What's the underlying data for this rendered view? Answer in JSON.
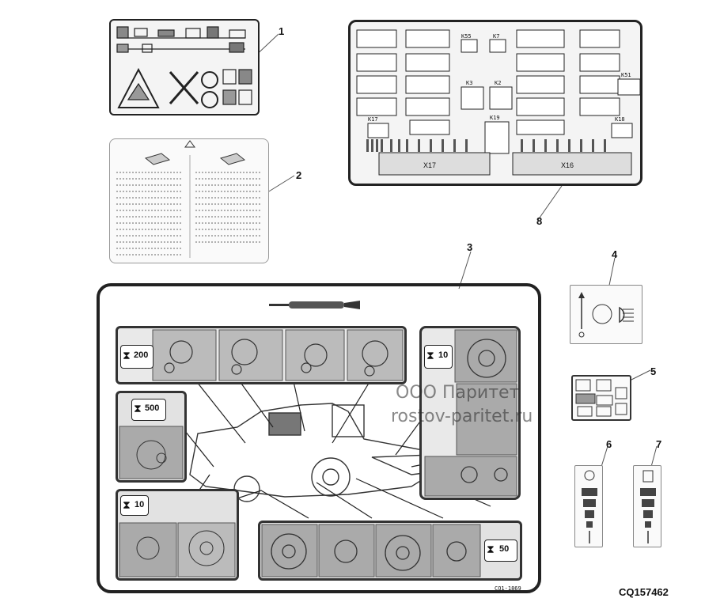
{
  "callouts": [
    "1",
    "2",
    "3",
    "4",
    "5",
    "6",
    "7",
    "8"
  ],
  "fuse_panel": {
    "labels": [
      "K55",
      "K7",
      "K3",
      "K2",
      "K51",
      "K17",
      "K19",
      "K18",
      "X17",
      "X16"
    ]
  },
  "lube_chart": {
    "intervals": [
      "200",
      "10",
      "500",
      "10",
      "50"
    ],
    "code": "CQ1-1869"
  },
  "figure_id": "CQ157462",
  "watermark": {
    "line1": "ООО Паритет",
    "line2": "rostov-paritet.ru"
  }
}
